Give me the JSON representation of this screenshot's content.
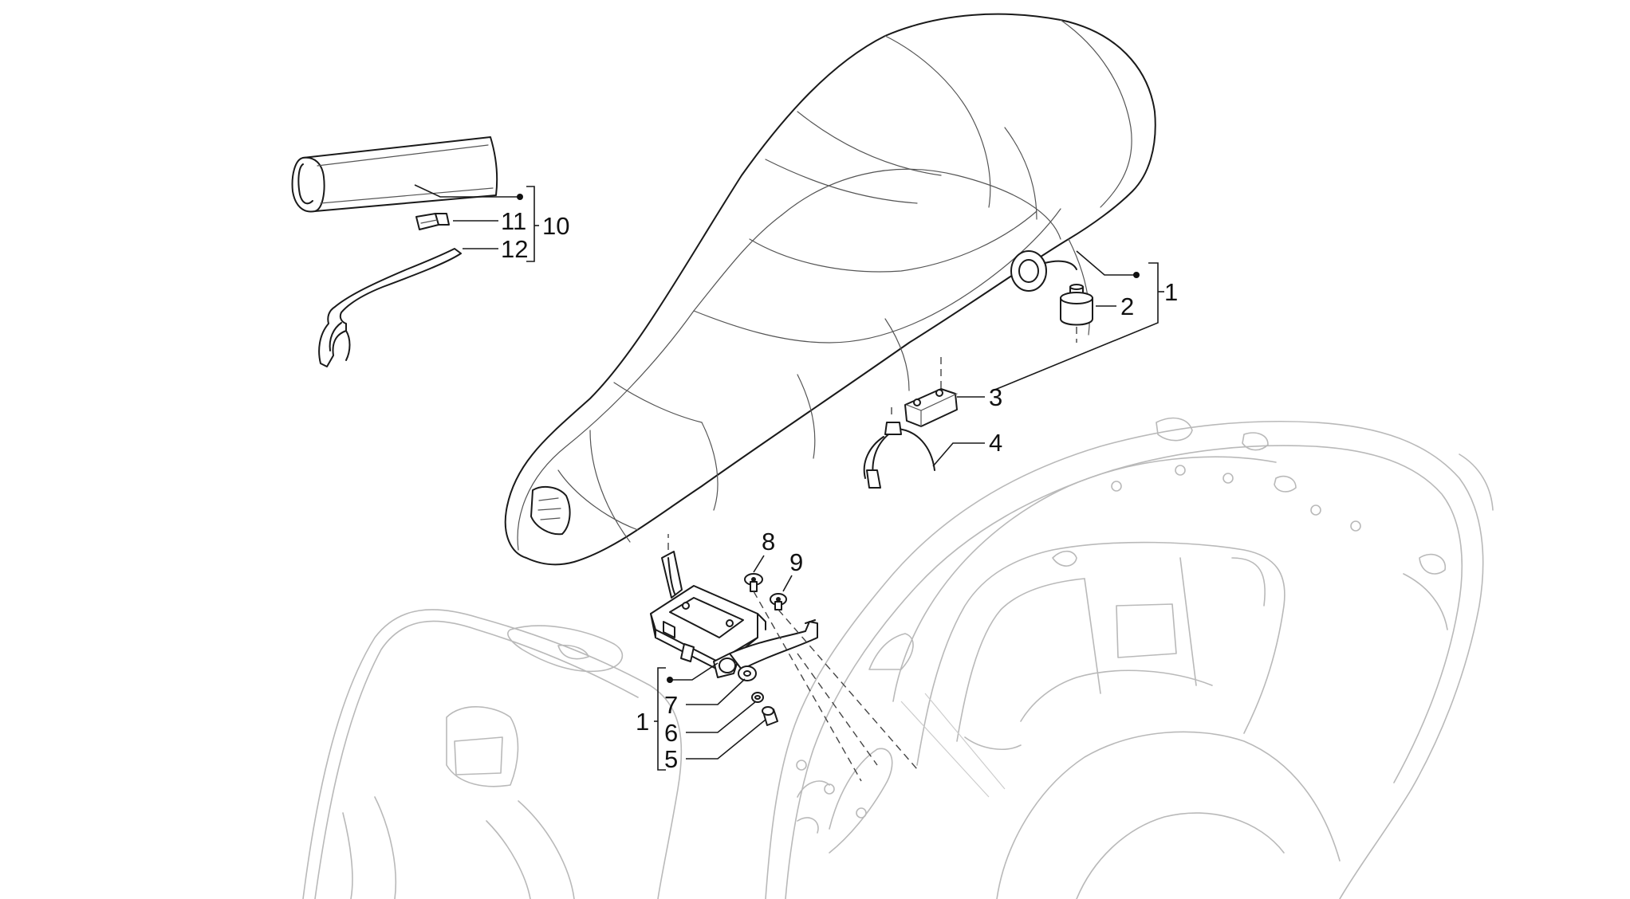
{
  "diagram": {
    "callouts": {
      "c1_top": "1",
      "c2": "2",
      "c3": "3",
      "c4": "4",
      "c10": "10",
      "c11": "11",
      "c12": "12",
      "c8": "8",
      "c9": "9",
      "c7": "7",
      "c6": "6",
      "c5": "5",
      "c1_bottom": "1"
    }
  }
}
